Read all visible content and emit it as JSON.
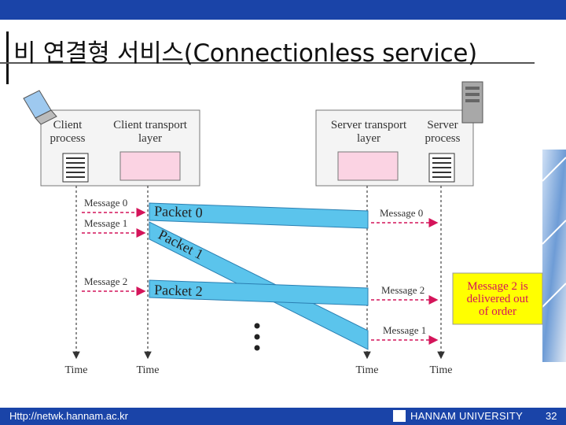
{
  "slide": {
    "title": "비 연결형 서비스(Connectionless service)",
    "footer_url": "Http://netwk.hannam.ac.kr",
    "footer_university": "HANNAM UNIVERSITY",
    "page_number": "32"
  },
  "diagram": {
    "client_process": [
      "Client",
      "process"
    ],
    "client_transport": [
      "Client transport",
      "layer"
    ],
    "server_transport": [
      "Server transport",
      "layer"
    ],
    "server_process": [
      "Server",
      "process"
    ],
    "client_messages": [
      "Message 0",
      "Message 1",
      "Message 2"
    ],
    "packets": [
      "Packet 0",
      "Packet 1",
      "Packet 2"
    ],
    "server_messages": [
      "Message 0",
      "Message 2",
      "Message 1"
    ],
    "note": [
      "Message 2 is",
      "delivered out",
      "of order"
    ],
    "time_labels": [
      "Time",
      "Time",
      "Time",
      "Time"
    ]
  }
}
